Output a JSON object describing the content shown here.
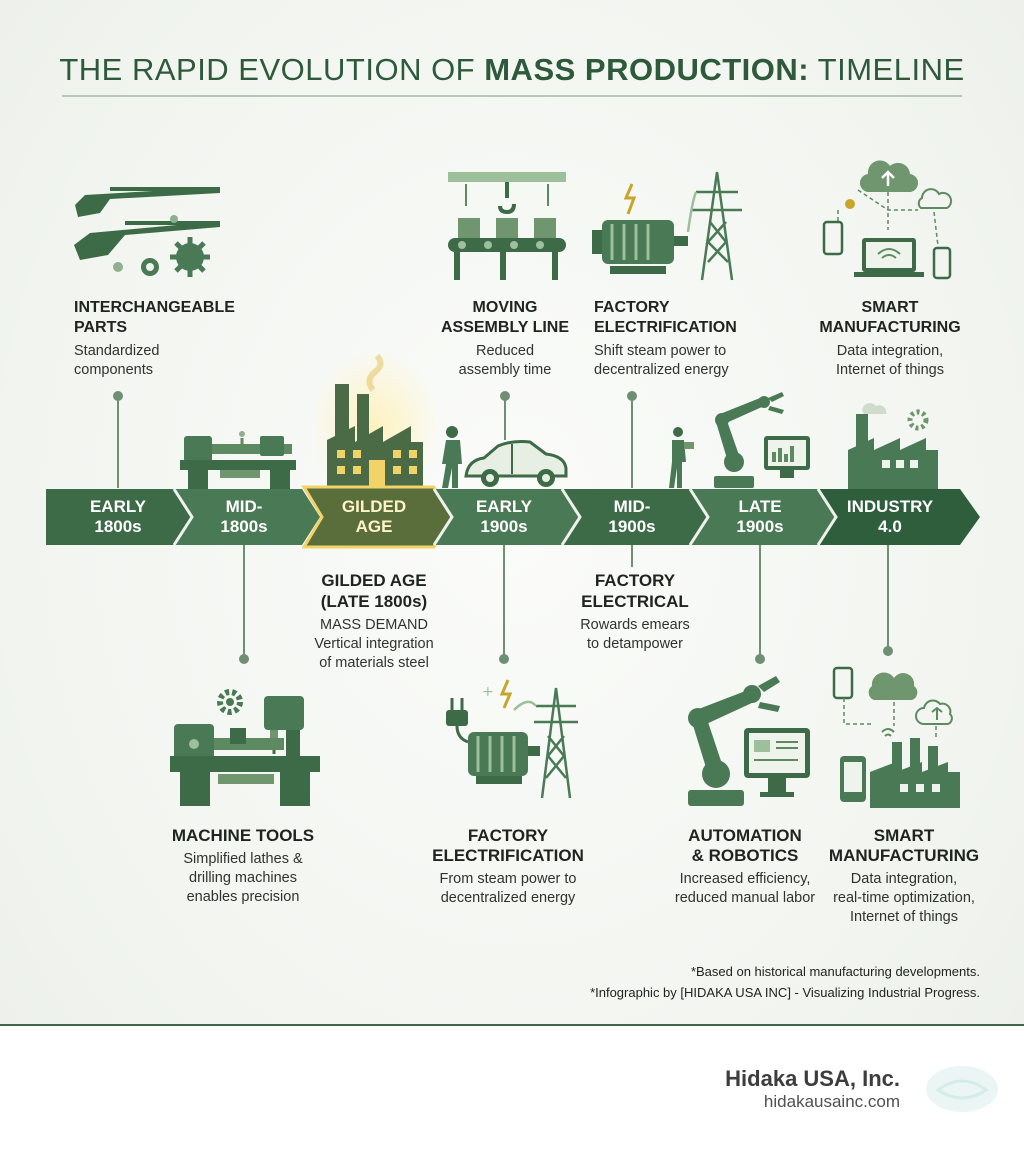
{
  "header": {
    "title_part1": "THE RAPID EVOLUTION OF ",
    "title_bold": "MASS PRODUCTION:",
    "title_part2": " TIMELINE"
  },
  "timeline": [
    {
      "line1": "EARLY",
      "line2": "1800s"
    },
    {
      "line1": "MID-",
      "line2": "1800s"
    },
    {
      "line1": "GILDED",
      "line2": "AGE"
    },
    {
      "line1": "EARLY",
      "line2": "1900s"
    },
    {
      "line1": "MID-",
      "line2": "1900s"
    },
    {
      "line1": "LATE",
      "line2": "1900s"
    },
    {
      "line1": "INDUSTRY",
      "line2": "4.0"
    }
  ],
  "top_milestones": {
    "interchangeable": {
      "title1": "INTERCHANGEABLE",
      "title2": "PARTS",
      "desc1": "Standardized",
      "desc2": "components"
    },
    "assembly": {
      "title1": "MOVING",
      "title2": "ASSEMBLY LINE",
      "desc1": "Reduced",
      "desc2": "assembly time"
    },
    "electrification": {
      "title1": "FACTORY",
      "title2": "ELECTRIFICATION",
      "desc1": "Shift steam power to",
      "desc2": "decentralized energy"
    },
    "smart": {
      "title1": "SMART",
      "title2": "MANUFACTURING",
      "desc1": "Data integration,",
      "desc2": "Internet of things"
    }
  },
  "middle_milestones": {
    "gilded": {
      "title1": "GILDED AGE",
      "title2": "(LATE 1800s)",
      "desc1": "MASS DEMAND",
      "desc2": "Vertical integration",
      "desc3": "of materials steel"
    },
    "electrical": {
      "title1": "FACTORY",
      "title2": "ELECTRICAL",
      "desc1": "Rowards emears",
      "desc2": "to detampower"
    }
  },
  "bottom_milestones": {
    "machine_tools": {
      "title1": "MACHINE TOOLS",
      "desc1": "Simplified lathes &",
      "desc2": "drilling machines",
      "desc3": "enables precision"
    },
    "electrification": {
      "title1": "FACTORY",
      "title2": "ELECTRIFICATION",
      "desc1": "From steam power to",
      "desc2": "decentralized energy"
    },
    "automation": {
      "title1": "AUTOMATION",
      "title2": "& ROBOTICS",
      "desc1": "Increased efficiency,",
      "desc2": "reduced manual labor"
    },
    "smart": {
      "title1": "SMART",
      "title2": "MANUFACTURING",
      "desc1": "Data integration,",
      "desc2": "real-time optimization,",
      "desc3": "Internet of things"
    }
  },
  "footnotes": {
    "line1": "*Based on historical manufacturing developments.",
    "line2": "*Infographic by [HIDAKA USA INC] - Visualizing Industrial Progress."
  },
  "brand": {
    "name": "Hidaka USA, Inc.",
    "url": "hidakausainc.com"
  },
  "colors": {
    "dark_green": "#2f5e3d",
    "mid_green": "#5a8460",
    "light_green": "#a9c4a5",
    "gold": "#e3b93c"
  }
}
